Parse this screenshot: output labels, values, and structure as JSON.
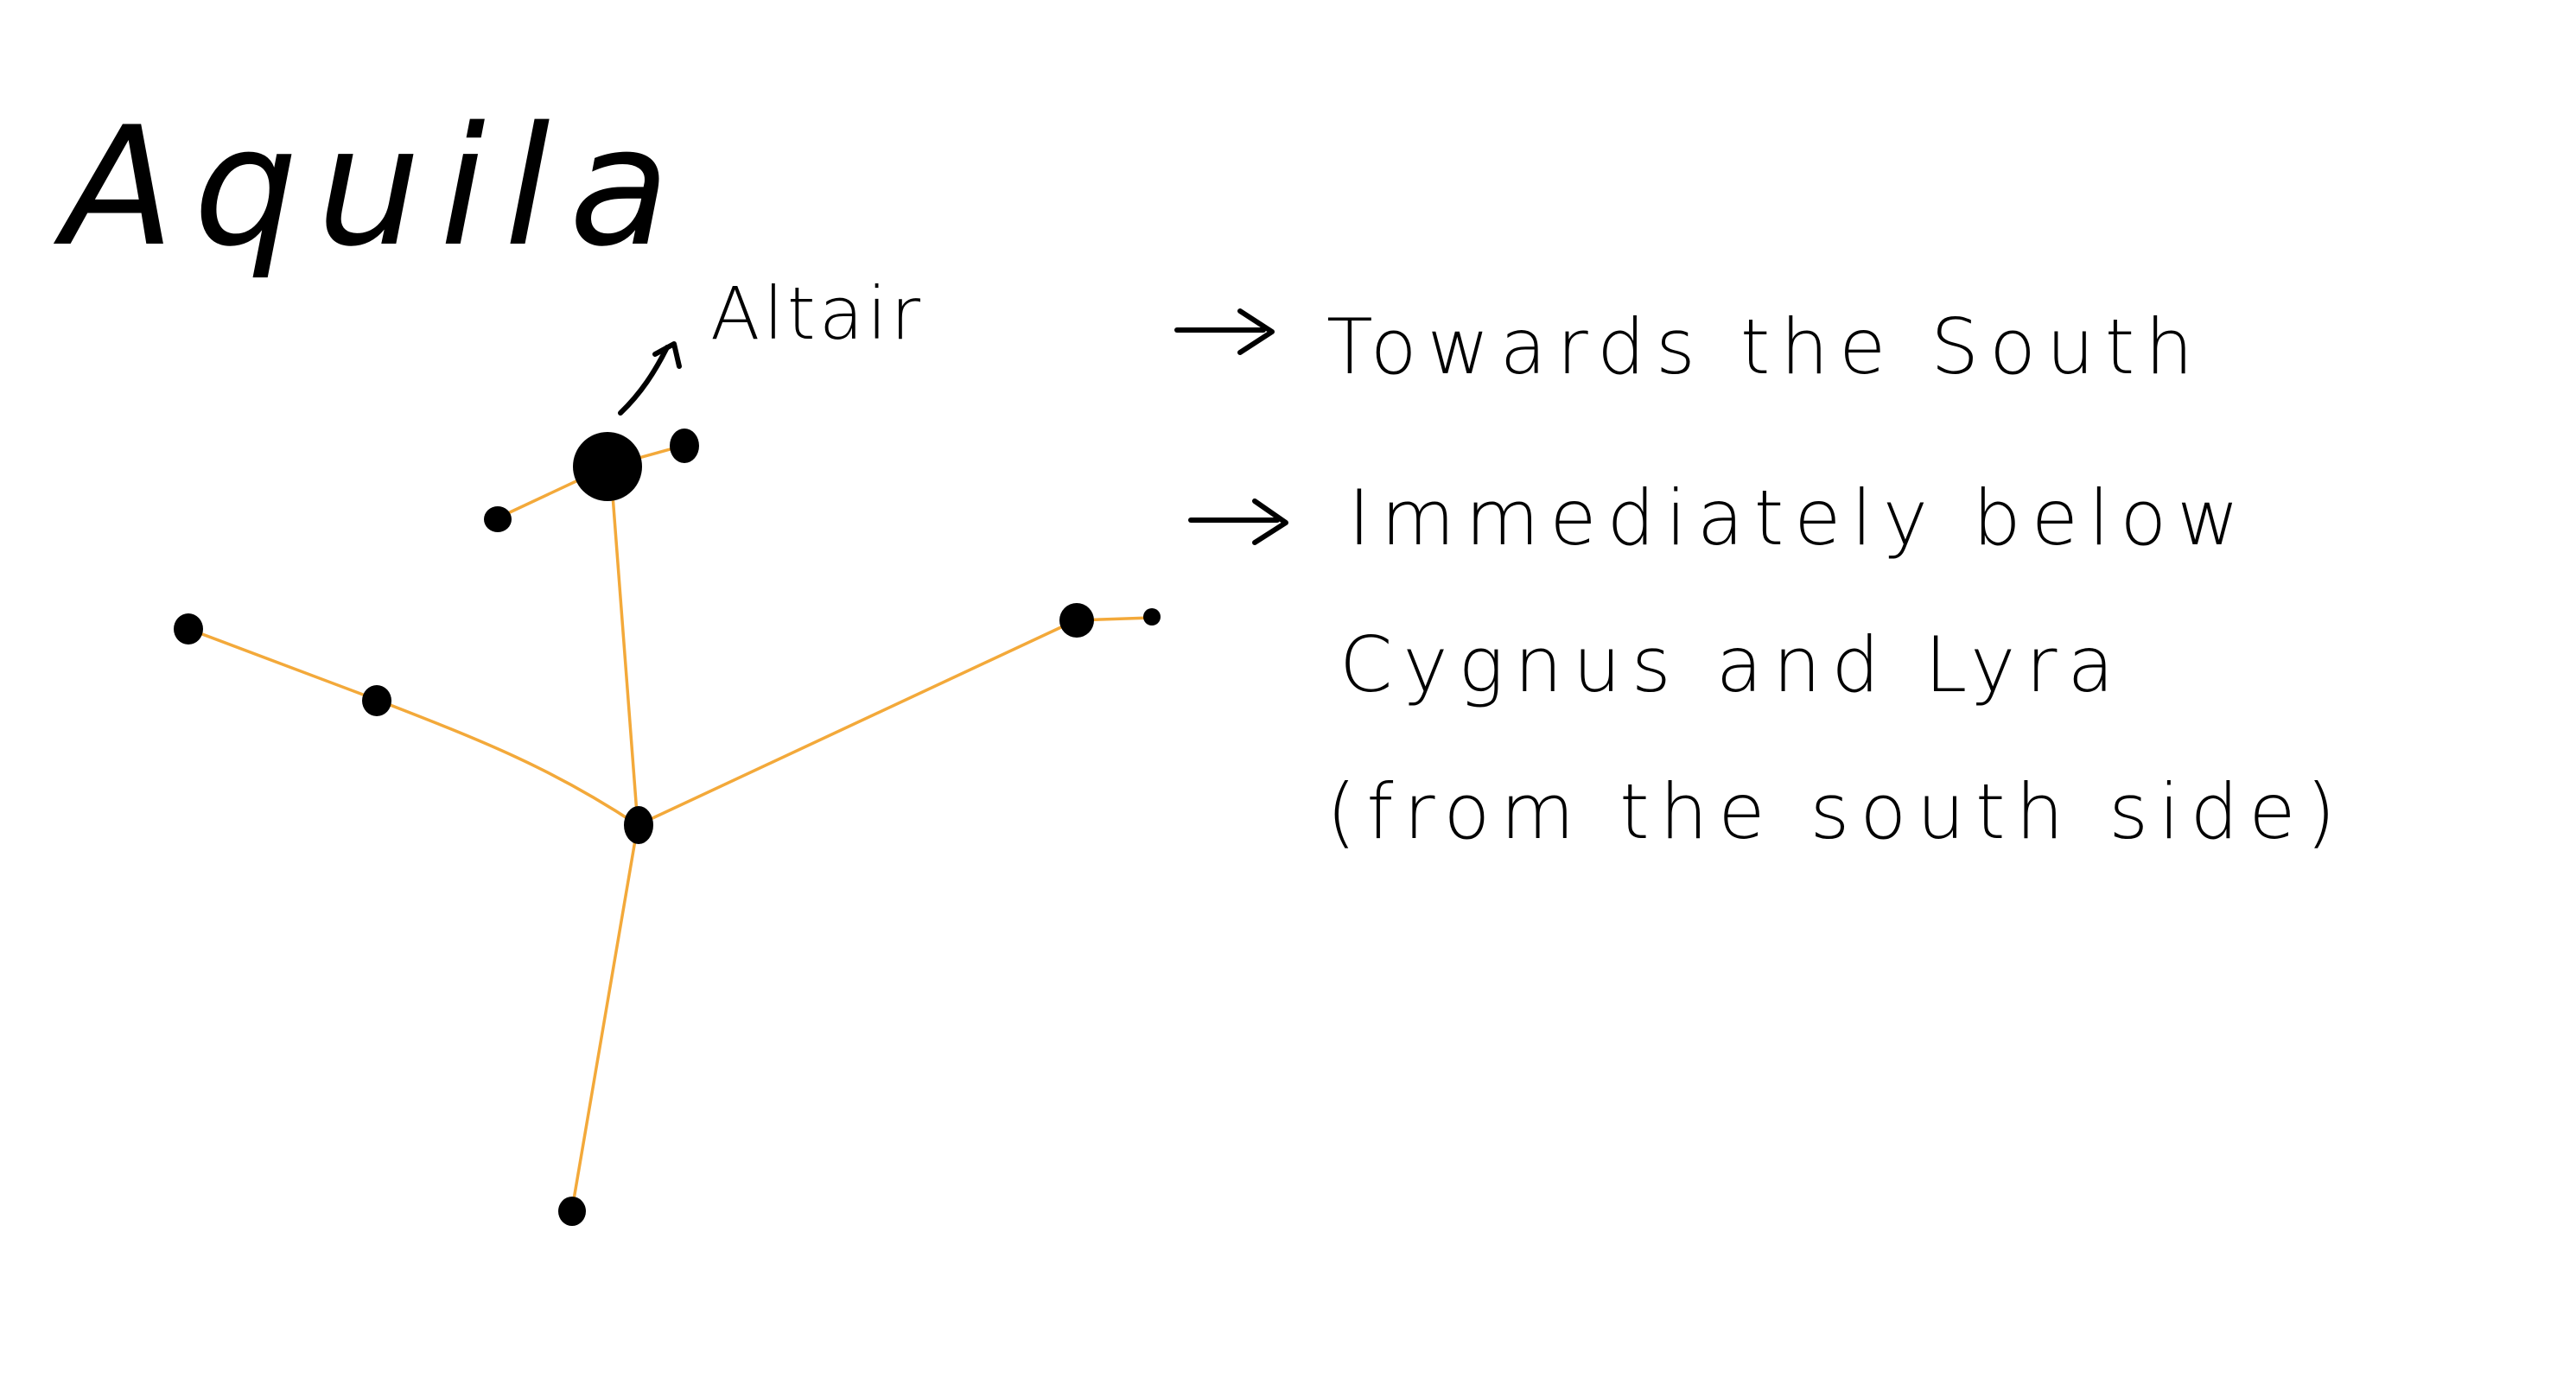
{
  "title": "Aquila",
  "star_label": "Altair",
  "notes": [
    {
      "lines": [
        "Towards the South"
      ]
    },
    {
      "lines": [
        "Immediately below",
        "Cygnus and Lyra",
        "(from the south side)"
      ]
    }
  ],
  "colors": {
    "line": "#f3a93a",
    "ink": "#000000",
    "background": "#ffffff"
  }
}
